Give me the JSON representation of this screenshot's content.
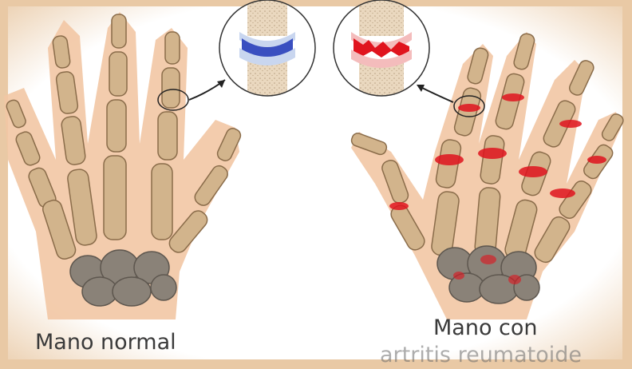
{
  "labels": {
    "normal_hand": "Mano normal",
    "ra_hand_line1": "Mano con",
    "ra_hand_line2": "artritis reumatoide"
  },
  "colors": {
    "background_frame": "#e9c9a5",
    "panel": "#ffffff",
    "skin": "#f2c7a4",
    "bone": "#d2b48c",
    "bone_outline": "#8a6c4a",
    "carpal": "#8a8278",
    "healthy_cartilage": "#3a4fc0",
    "inflamed_joint": "#e0141e"
  },
  "icons": [
    "healthy-joint-closeup",
    "inflamed-joint-closeup",
    "arrow-icon"
  ]
}
